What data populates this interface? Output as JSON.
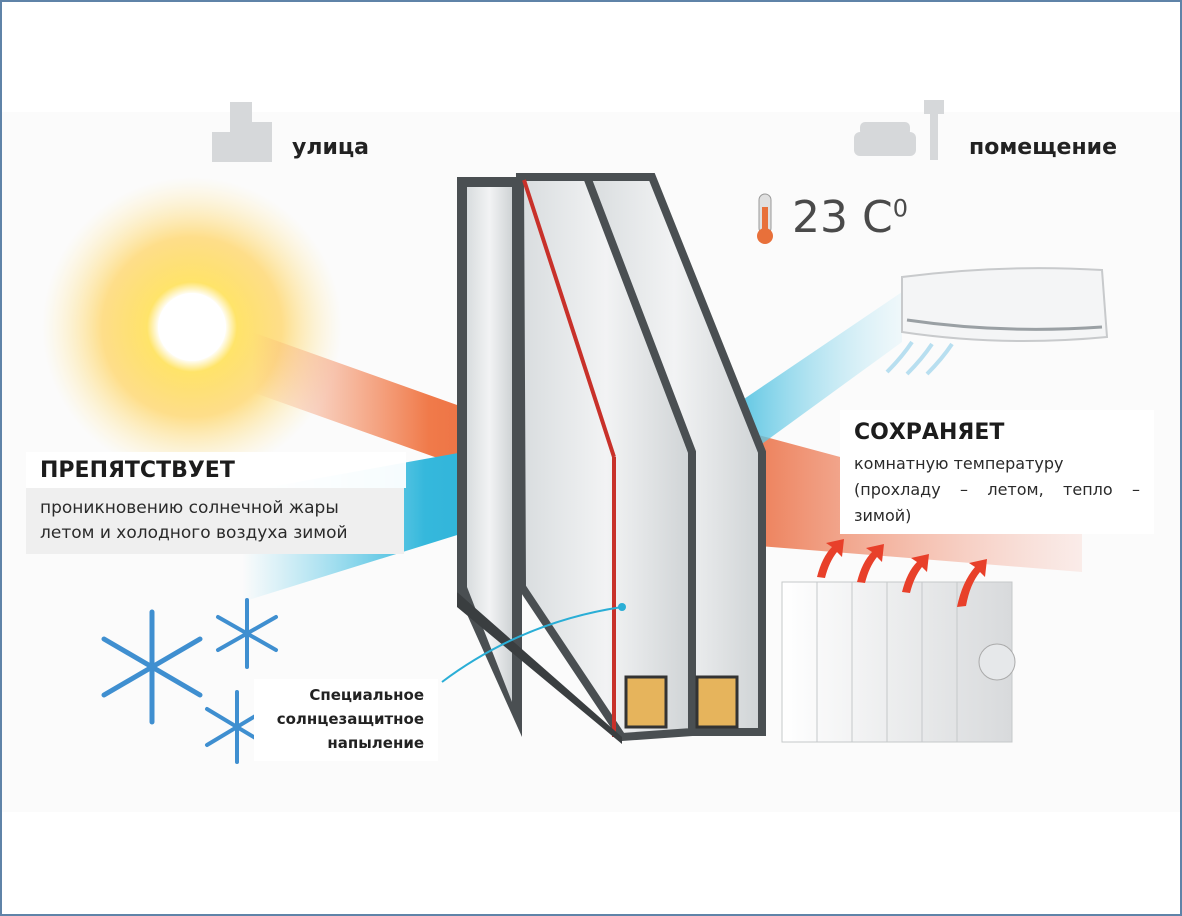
{
  "labels": {
    "street": "улица",
    "room": "помещение"
  },
  "temperature": {
    "value": "23 C",
    "superscript": "0"
  },
  "left_block": {
    "title": "ПРЕПЯТСТВУЕТ",
    "line1": "проникновению солнечной жары",
    "line2": "летом и холодного воздуха зимой"
  },
  "right_block": {
    "title": "СОХРАНЯЕТ",
    "line1": "комнатную температуру",
    "line2": "(прохладу – летом, тепло –",
    "line3": "зимой)"
  },
  "coating": {
    "line1": "Специальное",
    "line2": "солнцезащитное",
    "line3": "напыление"
  },
  "colors": {
    "heat": "#f07a4a",
    "cold": "#35b8dc",
    "frame": "#4a4f52",
    "sun": "#ffd84a",
    "border": "#5f83a8"
  }
}
